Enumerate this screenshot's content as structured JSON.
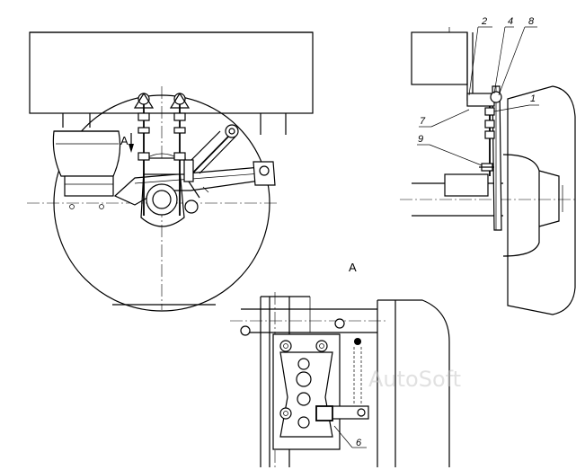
{
  "view_marks": {
    "side_view_arrow_label": "A",
    "detail_view_title": "A"
  },
  "callouts": [
    {
      "id": "c2",
      "label": "2"
    },
    {
      "id": "c4",
      "label": "4"
    },
    {
      "id": "c8",
      "label": "8"
    },
    {
      "id": "c1",
      "label": "1"
    },
    {
      "id": "c7",
      "label": "7"
    },
    {
      "id": "c9",
      "label": "9"
    },
    {
      "id": "c6",
      "label": "6"
    }
  ],
  "watermark": "AutoSoft",
  "colors": {
    "line": "#000000",
    "background": "#ffffff",
    "watermark": "#c8c8c8"
  }
}
